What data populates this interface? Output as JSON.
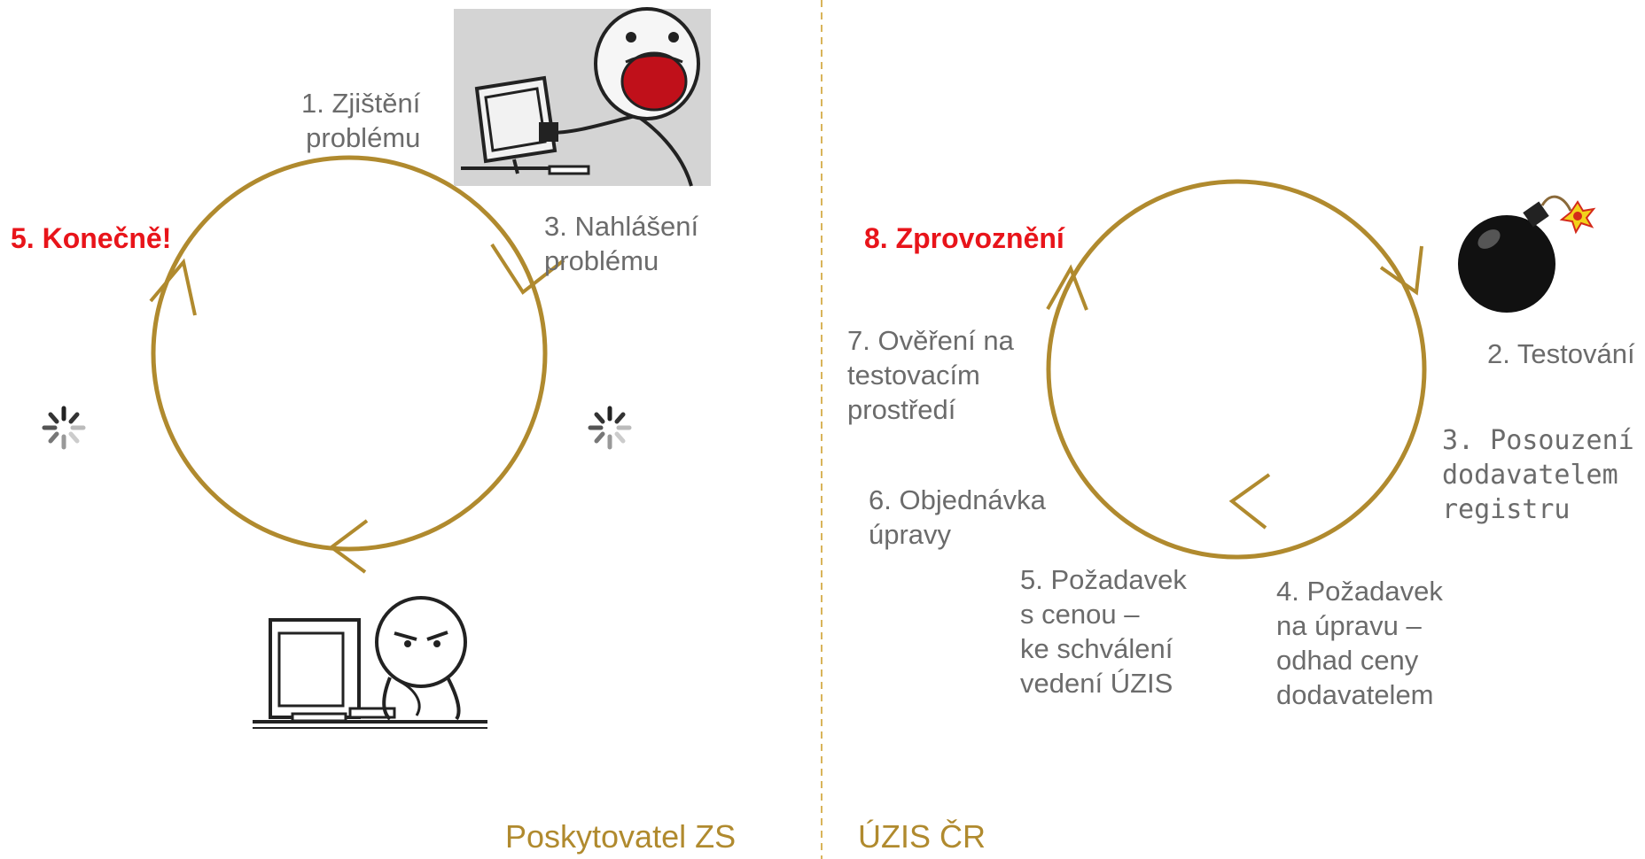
{
  "colors": {
    "accent": "#b08a2e",
    "highlight": "#e8141a",
    "text": "#6b6b6b"
  },
  "left": {
    "section_title": "Poskytovatel ZS",
    "steps": {
      "s1": [
        "1. Zjištění",
        "problému"
      ],
      "s3": [
        "3. Nahlášení",
        "problému"
      ],
      "s5": "5. Konečně!"
    },
    "icons": [
      "screaming-at-computer-meme",
      "waiting-at-computer-meme",
      "loading-spinner-icon",
      "loading-spinner-icon"
    ]
  },
  "right": {
    "section_title": "ÚZIS ČR",
    "steps": {
      "s2": "2. Testování",
      "s3": [
        "3. Posouzení",
        "dodavatelem",
        "registru"
      ],
      "s4": [
        "4. Požadavek",
        "na úpravu –",
        "odhad ceny",
        "dodavatelem"
      ],
      "s5": [
        "5. Požadavek",
        "s cenou –",
        "ke schválení",
        "vedení ÚZIS"
      ],
      "s6": [
        "6. Objednávka",
        "úpravy"
      ],
      "s7": [
        "7. Ověření na",
        "testovacím",
        "prostředí"
      ],
      "s8": "8. Zprovoznění"
    },
    "icons": [
      "bomb-icon"
    ]
  }
}
